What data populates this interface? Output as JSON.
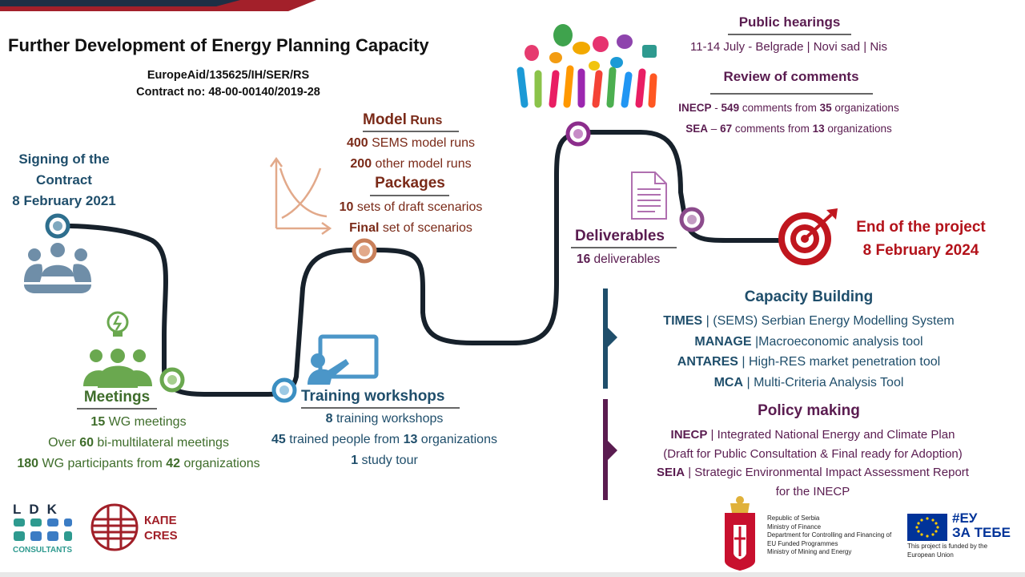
{
  "header": {
    "title": "Further Development of Energy Planning Capacity",
    "ref": "EuropeAid/135625/IH/SER/RS",
    "contract": "Contract no: 48-00-00140/2019-28"
  },
  "signing": {
    "line1": "Signing of the",
    "line2": "Contract",
    "line3": "8 February 2021"
  },
  "meetings": {
    "heading": "Meetings",
    "l1_num": "15",
    "l1_txt": " WG meetings",
    "l2_pre": "Over ",
    "l2_num": "60",
    "l2_txt": " bi-multilateral meetings",
    "l3_num": "180",
    "l3_txt": " WG participants from ",
    "l3_num2": "42",
    "l3_txt2": " organizations"
  },
  "training": {
    "heading": "Training workshops",
    "l1_num": "8",
    "l1_txt": " training workshops",
    "l2_num": "45",
    "l2_txt": " trained people from ",
    "l2_num2": "13",
    "l2_txt2": " organizations",
    "l3_num": "1",
    "l3_txt": " study tour"
  },
  "model": {
    "heading_a": "Model",
    "heading_b": " Runs",
    "l1_num": "400",
    "l1_txt": " SEMS model runs",
    "l2_num": "200",
    "l2_txt": " other model runs",
    "packages": "Packages",
    "l3_num": "10",
    "l3_txt": " sets of draft scenarios",
    "l4_num": "Final",
    "l4_txt": " set of scenarios"
  },
  "hearings": {
    "heading": "Public hearings",
    "line_pre": "11-14 July - Belgrade ",
    "sep1": "|",
    "city2": " Novi sad ",
    "sep2": "|",
    "city3": " Nis",
    "review": "Review of comments",
    "r1_a": "INECP",
    "r1_b": " - ",
    "r1_c": "549",
    "r1_d": " comments  from  ",
    "r1_e": "35",
    "r1_f": " organizations",
    "r2_a": "SEA",
    "r2_b": " – ",
    "r2_c": "67",
    "r2_d": " comments  from  ",
    "r2_e": "13",
    "r2_f": " organizations"
  },
  "deliverables": {
    "heading": "Deliverables",
    "num": "16",
    "txt": " deliverables"
  },
  "end": {
    "line1": "End of the project",
    "line2": "8 February 2024"
  },
  "capacity": {
    "heading": "Capacity Building",
    "items": [
      {
        "name": "TIMES",
        "sep": " | ",
        "desc": " (SEMS) Serbian Energy Modelling System"
      },
      {
        "name": "MANAGE",
        "sep": " |",
        "desc": "Macroeconomic analysis tool"
      },
      {
        "name": "ANTARES",
        "sep": "  | ",
        "desc": "High-RES market penetration tool"
      },
      {
        "name": "MCA",
        "sep": " | ",
        "desc": "Multi-Criteria Analysis Tool"
      }
    ]
  },
  "policy": {
    "heading": "Policy making",
    "inecp_name": "INECP",
    "inecp_sep": "  |  ",
    "inecp_desc": "Integrated National Energy and Climate Plan",
    "inecp_note": "(Draft for Public Consultation & Final ready for Adoption)",
    "seia_name": "SEIA",
    "seia_sep": " |  ",
    "seia_desc": "Strategic Environmental Impact Assessment Report",
    "seia_note": "for the INECP"
  },
  "footer": {
    "ldk_letters": [
      "L",
      "D",
      "K"
    ],
    "ldk_caption": "CONSULTANTS",
    "cres_cyr": "КАПЕ",
    "cres_lat": "CRES",
    "gov_lines": [
      "Republic of Serbia",
      "Ministry of Finance",
      "Department  for Controlling and Financing of",
      "EU Funded Programmes",
      "Ministry of Mining and Energy"
    ],
    "eu_tag1": "#ЕУ",
    "eu_tag2": "ЗА ТЕБЕ",
    "eu_caption1": "This project is funded by the",
    "eu_caption2": "European Union"
  },
  "colors": {
    "teal": "#1f4e6b",
    "green": "#3f6d2b",
    "brown": "#7a2a18",
    "purple": "#5a1c50",
    "red": "#b3121a",
    "path": "#17212b"
  }
}
